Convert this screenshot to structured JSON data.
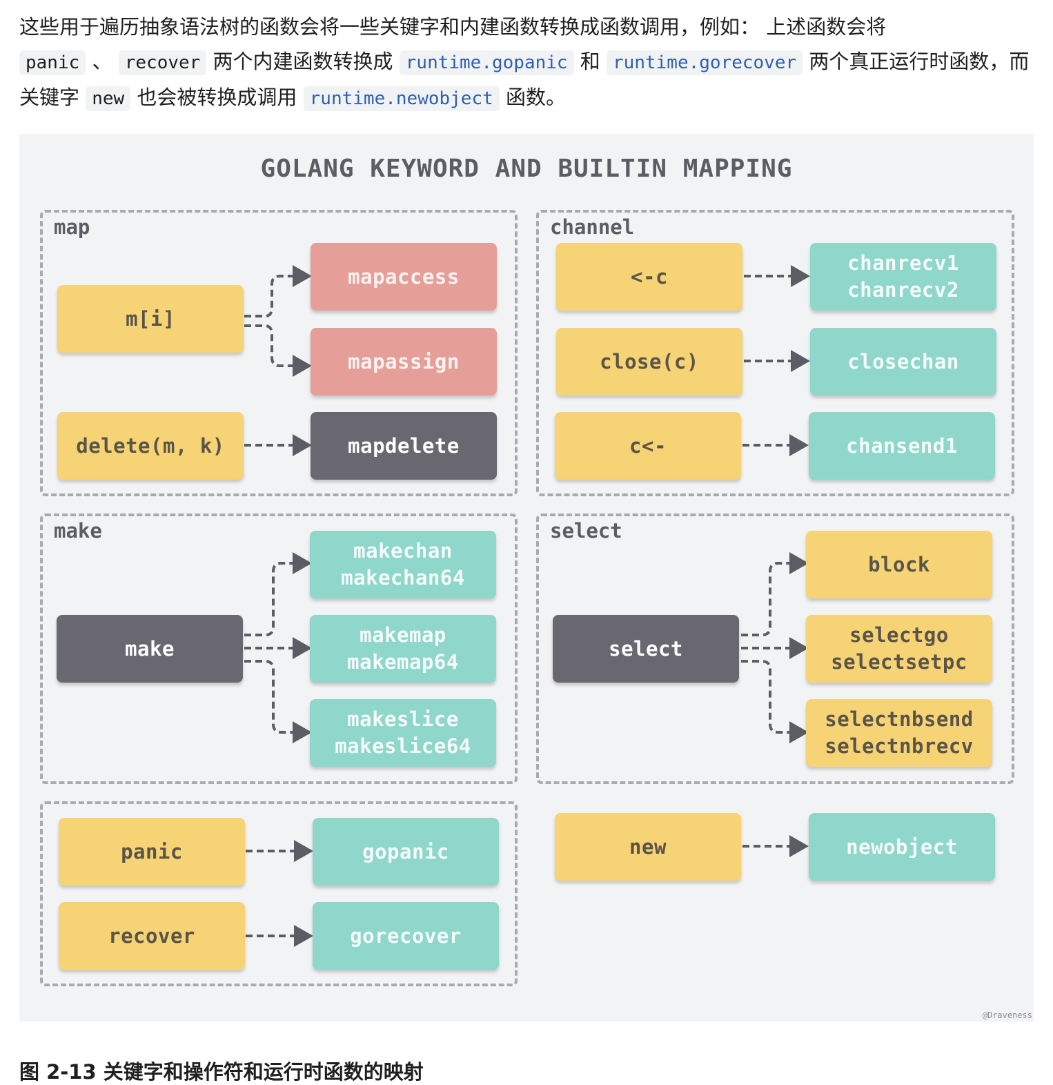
{
  "paragraph": {
    "t1": "这些用于遍历抽象语法树的函数会将一些关键字和内建函数转换成函数调用，例如： 上述函数会将",
    "c_panic": "panic",
    "t2": "、",
    "c_recover": "recover",
    "t3": "两个内建函数转换成",
    "c_gopanic": "runtime.gopanic",
    "t4": "和",
    "c_gorecover": "runtime.gorecover",
    "t5": "两个真正运行时函数，而关键字",
    "c_new": "new",
    "t6": "也会被转换成调用",
    "c_newobject": "runtime.newobject",
    "t7": "函数。"
  },
  "diagram": {
    "title": "GOLANG KEYWORD AND BUILTIN MAPPING",
    "credit": "@Draveness",
    "colors": {
      "yellow": "#f6d375",
      "teal": "#8fd6cb",
      "red": "#e59f98",
      "dark": "#696870",
      "background": "#f2f3f5"
    },
    "groups": {
      "map": {
        "label": "map",
        "index": "m[i]",
        "mapaccess": "mapaccess",
        "mapassign": "mapassign",
        "delete": "delete(m, k)",
        "mapdelete": "mapdelete"
      },
      "channel": {
        "label": "channel",
        "recv": "<-c",
        "chanrecv1": "chanrecv1",
        "chanrecv2": "chanrecv2",
        "close": "close(c)",
        "closechan": "closechan",
        "send": "c<-",
        "chansend1": "chansend1"
      },
      "make": {
        "label": "make",
        "make": "make",
        "makechan": "makechan",
        "makechan64": "makechan64",
        "makemap": "makemap",
        "makemap64": "makemap64",
        "makeslice": "makeslice",
        "makeslice64": "makeslice64"
      },
      "select": {
        "label": "select",
        "select": "select",
        "block": "block",
        "selectgo": "selectgo",
        "selectsetpc": "selectsetpc",
        "selectnbsend": "selectnbsend",
        "selectnbrecv": "selectnbrecv"
      },
      "panic_recover": {
        "panic": "panic",
        "gopanic": "gopanic",
        "recover": "recover",
        "gorecover": "gorecover"
      },
      "new": {
        "new": "new",
        "newobject": "newobject"
      }
    }
  },
  "caption": "图 2-13 关键字和操作符和运行时函数的映射"
}
